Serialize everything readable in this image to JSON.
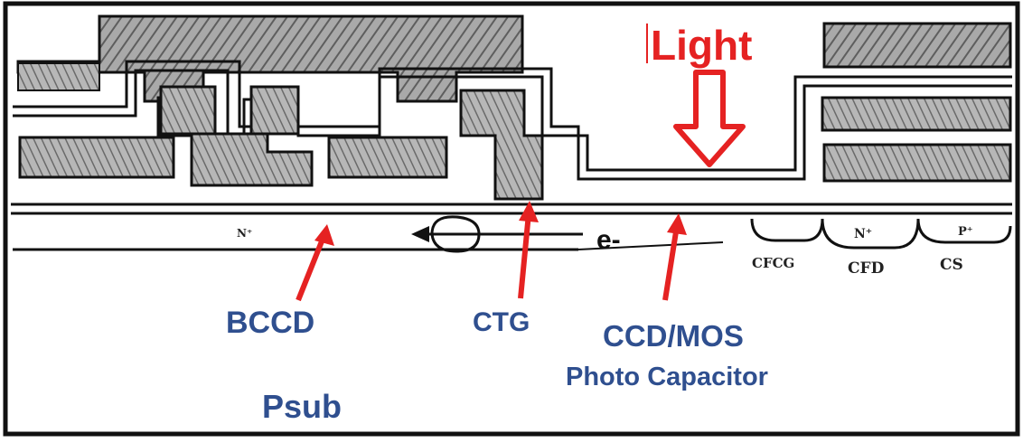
{
  "labels": {
    "light": "Light",
    "bccd": "BCCD",
    "ctg": "CTG",
    "ccd_mos_line1": "CCD/MOS",
    "ccd_mos_line2": "Photo Capacitor",
    "psub": "Psub",
    "electron": "e-",
    "cfcg": "CFCG",
    "cfd": "CFD",
    "cs": "CS",
    "n_plus_1": "N⁺",
    "n_plus_2": "N⁺",
    "p_plus": "P⁺"
  },
  "colors": {
    "label_blue": "#2f4f8f",
    "arrow_red": "#e52222",
    "hatch": "#777777",
    "outline": "#111111"
  }
}
